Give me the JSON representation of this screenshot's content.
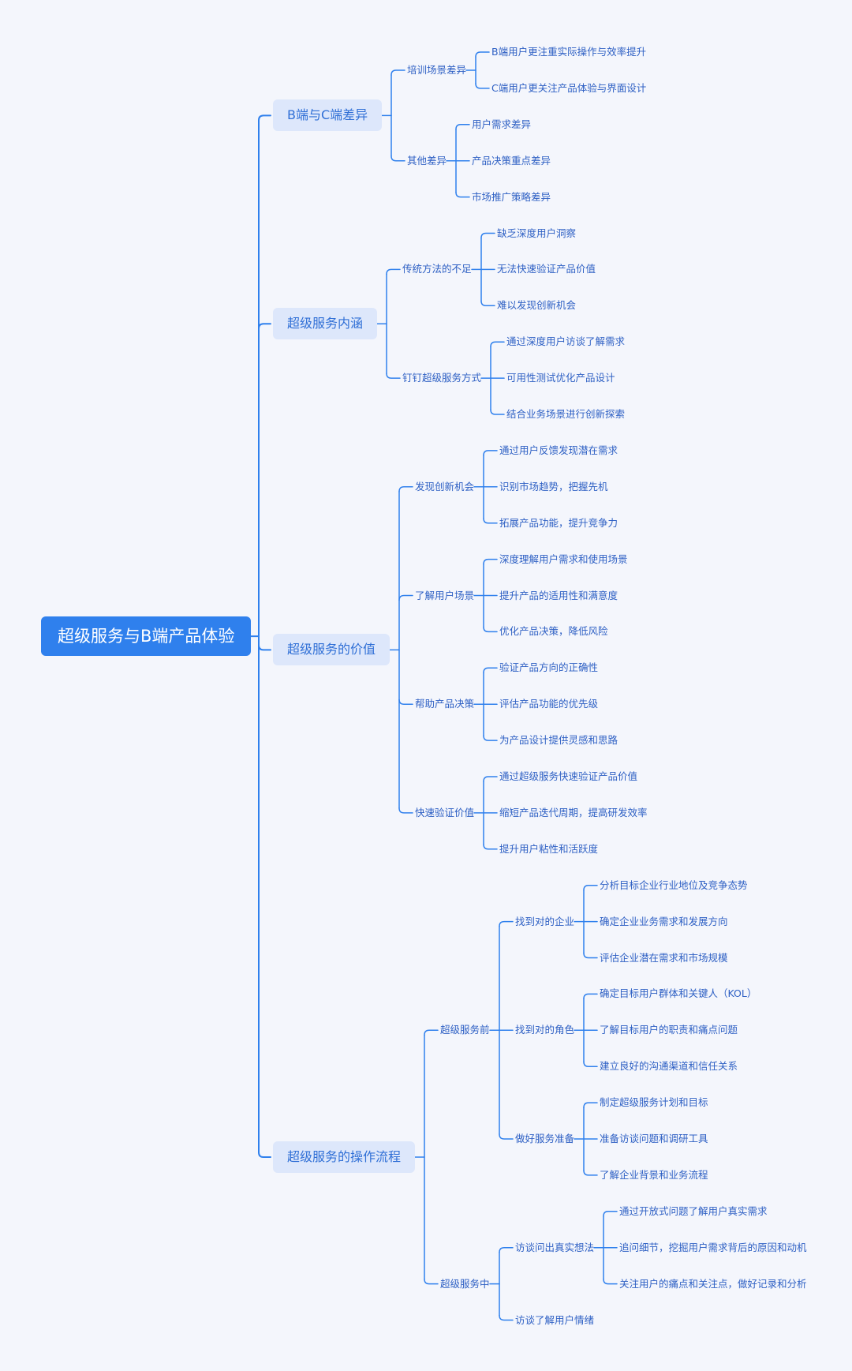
{
  "theme": {
    "line": "#2f80ed",
    "root_bg": "#2f80ed",
    "topic_bg": "#dde7fb",
    "text": "#2e60c4"
  },
  "mindmap": {
    "label": "超级服务与B端产品体验",
    "children": [
      {
        "label": "B端与C端差异",
        "children": [
          {
            "label": "培训场景差异",
            "children": [
              {
                "label": "B端用户更注重实际操作与效率提升"
              },
              {
                "label": "C端用户更关注产品体验与界面设计"
              }
            ]
          },
          {
            "label": "其他差异",
            "children": [
              {
                "label": "用户需求差异"
              },
              {
                "label": "产品决策重点差异"
              },
              {
                "label": "市场推广策略差异"
              }
            ]
          }
        ]
      },
      {
        "label": "超级服务内涵",
        "children": [
          {
            "label": "传统方法的不足",
            "children": [
              {
                "label": "缺乏深度用户洞察"
              },
              {
                "label": "无法快速验证产品价值"
              },
              {
                "label": "难以发现创新机会"
              }
            ]
          },
          {
            "label": "钉钉超级服务方式",
            "children": [
              {
                "label": "通过深度用户访谈了解需求"
              },
              {
                "label": "可用性测试优化产品设计"
              },
              {
                "label": "结合业务场景进行创新探索"
              }
            ]
          }
        ]
      },
      {
        "label": "超级服务的价值",
        "children": [
          {
            "label": "发现创新机会",
            "children": [
              {
                "label": "通过用户反馈发现潜在需求"
              },
              {
                "label": "识别市场趋势，把握先机"
              },
              {
                "label": "拓展产品功能，提升竞争力"
              }
            ]
          },
          {
            "label": "了解用户场景",
            "children": [
              {
                "label": "深度理解用户需求和使用场景"
              },
              {
                "label": "提升产品的适用性和满意度"
              },
              {
                "label": "优化产品决策，降低风险"
              }
            ]
          },
          {
            "label": "帮助产品决策",
            "children": [
              {
                "label": "验证产品方向的正确性"
              },
              {
                "label": "评估产品功能的优先级"
              },
              {
                "label": "为产品设计提供灵感和思路"
              }
            ]
          },
          {
            "label": "快速验证价值",
            "children": [
              {
                "label": "通过超级服务快速验证产品价值"
              },
              {
                "label": "缩短产品迭代周期，提高研发效率"
              },
              {
                "label": "提升用户粘性和活跃度"
              }
            ]
          }
        ]
      },
      {
        "label": "超级服务的操作流程",
        "children": [
          {
            "label": "超级服务前",
            "children": [
              {
                "label": "找到对的企业",
                "children": [
                  {
                    "label": "分析目标企业行业地位及竞争态势"
                  },
                  {
                    "label": "确定企业业务需求和发展方向"
                  },
                  {
                    "label": "评估企业潜在需求和市场规模"
                  }
                ]
              },
              {
                "label": "找到对的角色",
                "children": [
                  {
                    "label": "确定目标用户群体和关键人（KOL）"
                  },
                  {
                    "label": "了解目标用户的职责和痛点问题"
                  },
                  {
                    "label": "建立良好的沟通渠道和信任关系"
                  }
                ]
              },
              {
                "label": "做好服务准备",
                "children": [
                  {
                    "label": "制定超级服务计划和目标"
                  },
                  {
                    "label": "准备访谈问题和调研工具"
                  },
                  {
                    "label": "了解企业背景和业务流程"
                  }
                ]
              }
            ]
          },
          {
            "label": "超级服务中",
            "children": [
              {
                "label": "访谈问出真实想法",
                "children": [
                  {
                    "label": "通过开放式问题了解用户真实需求"
                  },
                  {
                    "label": "追问细节，挖掘用户需求背后的原因和动机"
                  },
                  {
                    "label": "关注用户的痛点和关注点，做好记录和分析"
                  }
                ]
              },
              {
                "label": "访谈了解用户情绪"
              }
            ]
          }
        ]
      }
    ]
  }
}
